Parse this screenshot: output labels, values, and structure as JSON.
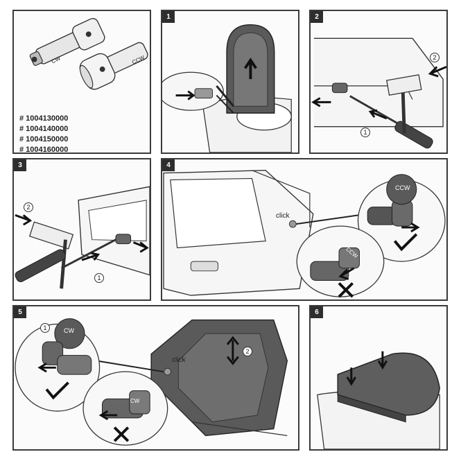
{
  "panel0": {
    "part_numbers": [
      "# 1004130000",
      "# 1004140000",
      "# 1004150000",
      "# 1004160000"
    ],
    "labels": {
      "cw": "CW",
      "ccw": "CCW"
    }
  },
  "steps": {
    "s1": "1",
    "s2": "2",
    "s3": "3",
    "s4": "4",
    "s5": "5",
    "s6": "6"
  },
  "step2": {
    "c1": "1",
    "c2": "2"
  },
  "step3": {
    "c1": "1",
    "c2": "2"
  },
  "step4": {
    "click": "click",
    "ccw": "CCW",
    "ccw2": "CCW"
  },
  "step5": {
    "click": "click",
    "c1": "1",
    "c2": "2",
    "cw": "CW",
    "cw2": "CW"
  },
  "colors": {
    "frame": "#3a3a3a",
    "dark_part": "#555555",
    "light_part": "#e8e8e8"
  }
}
